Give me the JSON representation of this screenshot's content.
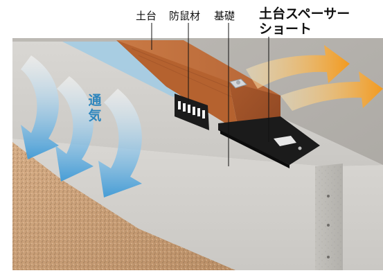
{
  "labels": {
    "dodai": "土台",
    "bosozai": "防鼠材",
    "kiso": "基礎",
    "spacer_line1": "土台スペーサー",
    "spacer_line2": "ショート"
  },
  "airflow_text": [
    "通",
    "気"
  ],
  "colors": {
    "air_blue": "#4aa3d8",
    "air_orange": "#f2a22c",
    "concrete": "#cfcdca",
    "wood": "#b96a3a",
    "gravel": "#c9a07a",
    "spacer_black": "#1b1b1b"
  }
}
